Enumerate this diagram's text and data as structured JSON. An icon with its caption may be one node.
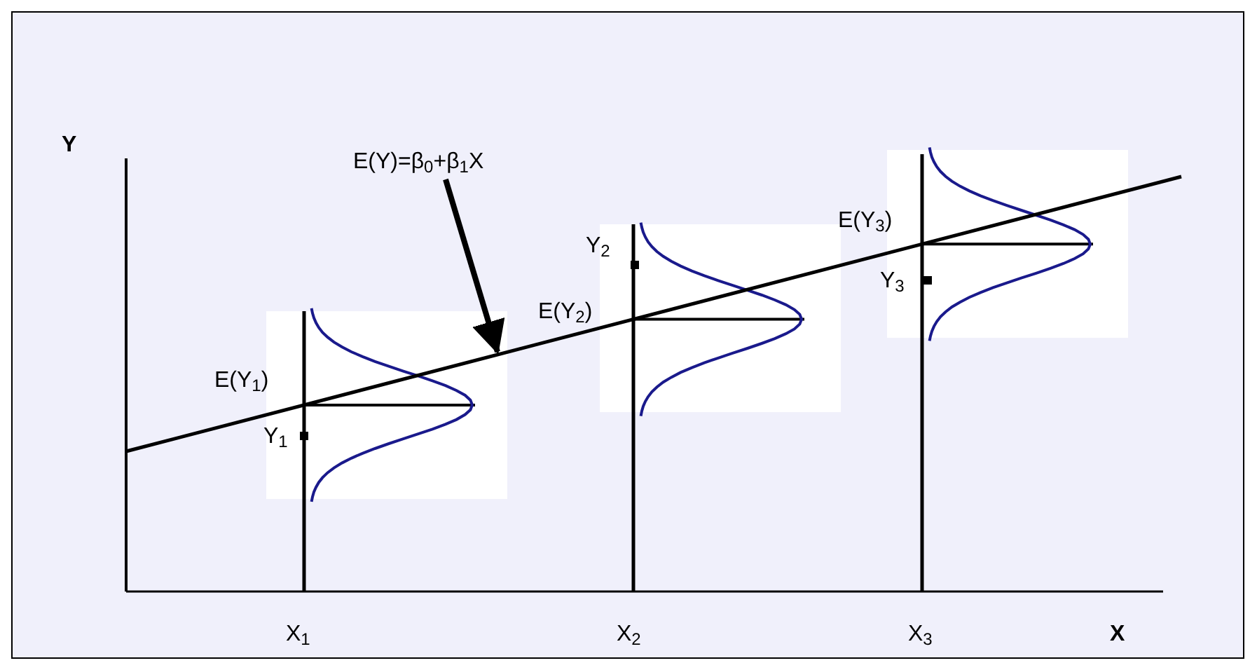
{
  "diagram": {
    "nodes": [
      {
        "text": [
          "E(Y)=β$_{0}$+β$_{1}$X"
        ]
      },
      {
        "text": [],
        "shape": "line"
      }
    ],
    "edges": [
      {
        "from": 0,
        "to": 1,
        "arrow": "to"
      }
    ],
    "labels": [
      "Y",
      "Y$_{2}$",
      "E(Y$_{3}$)",
      "E(Y$_{2}$)",
      "Y$_{3}$",
      "E(Y$_{1}$)",
      "Y$_{1}$",
      "X$_{1}$",
      "X$_{2}$",
      "X$_{3}$",
      "X"
    ]
  }
}
